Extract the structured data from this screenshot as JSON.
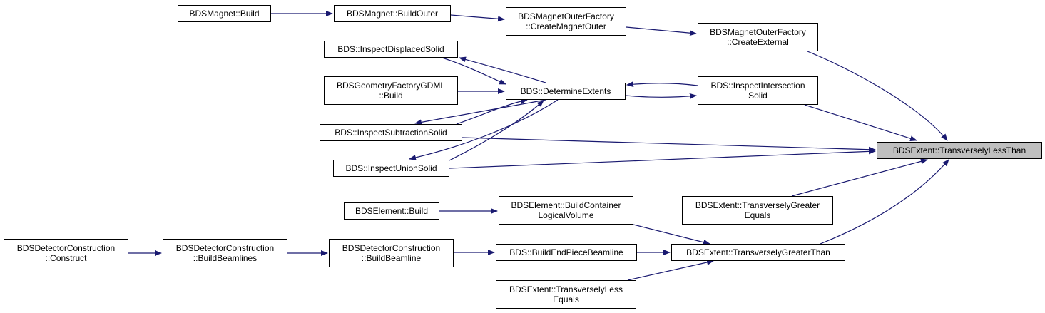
{
  "graph": {
    "edge_color": "#191970",
    "root_fill": "#bfbfbf",
    "node_fill": "#ffffff",
    "nodes": {
      "magnet_build": [
        "BDSMagnet::Build"
      ],
      "magnet_build_outer": [
        "BDSMagnet::BuildOuter"
      ],
      "create_magnet_outer": [
        "BDSMagnetOuterFactory",
        "::CreateMagnetOuter"
      ],
      "create_external": [
        "BDSMagnetOuterFactory",
        "::CreateExternal"
      ],
      "inspect_displaced": [
        "BDS::InspectDisplacedSolid"
      ],
      "gdml_build": [
        "BDSGeometryFactoryGDML",
        "::Build"
      ],
      "determine_extents": [
        "BDS::DetermineExtents"
      ],
      "inspect_intersection": [
        "BDS::InspectIntersection",
        "Solid"
      ],
      "inspect_subtraction": [
        "BDS::InspectSubtractionSolid"
      ],
      "inspect_union": [
        "BDS::InspectUnionSolid"
      ],
      "transversely_less_than": [
        "BDSExtent::TransverselyLessThan"
      ],
      "element_build": [
        "BDSElement::Build"
      ],
      "build_container": [
        "BDSElement::BuildContainer",
        "LogicalVolume"
      ],
      "greater_equals": [
        "BDSExtent::TransverselyGreater",
        "Equals"
      ],
      "detector_construct": [
        "BDSDetectorConstruction",
        "::Construct"
      ],
      "build_beamlines": [
        "BDSDetectorConstruction",
        "::BuildBeamlines"
      ],
      "build_beamline": [
        "BDSDetectorConstruction",
        "::BuildBeamline"
      ],
      "build_end_piece": [
        "BDS::BuildEndPieceBeamline"
      ],
      "greater_than": [
        "BDSExtent::TransverselyGreaterThan"
      ],
      "less_equals": [
        "BDSExtent::TransverselyLess",
        "Equals"
      ]
    },
    "edges": [
      {
        "from": "magnet_build",
        "to": "magnet_build_outer"
      },
      {
        "from": "magnet_build_outer",
        "to": "create_magnet_outer"
      },
      {
        "from": "create_magnet_outer",
        "to": "create_external"
      },
      {
        "from": "create_external",
        "to": "transversely_less_than"
      },
      {
        "from": "inspect_displaced",
        "to": "determine_extents"
      },
      {
        "from": "determine_extents",
        "to": "inspect_displaced"
      },
      {
        "from": "gdml_build",
        "to": "determine_extents"
      },
      {
        "from": "inspect_intersection",
        "to": "determine_extents"
      },
      {
        "from": "determine_extents",
        "to": "inspect_intersection"
      },
      {
        "from": "inspect_intersection",
        "to": "transversely_less_than"
      },
      {
        "from": "inspect_subtraction",
        "to": "determine_extents"
      },
      {
        "from": "determine_extents",
        "to": "inspect_subtraction"
      },
      {
        "from": "inspect_subtraction",
        "to": "transversely_less_than"
      },
      {
        "from": "inspect_union",
        "to": "determine_extents"
      },
      {
        "from": "determine_extents",
        "to": "inspect_union"
      },
      {
        "from": "inspect_union",
        "to": "transversely_less_than"
      },
      {
        "from": "greater_equals",
        "to": "transversely_less_than"
      },
      {
        "from": "greater_than",
        "to": "transversely_less_than"
      },
      {
        "from": "element_build",
        "to": "build_container"
      },
      {
        "from": "build_container",
        "to": "greater_than"
      },
      {
        "from": "detector_construct",
        "to": "build_beamlines"
      },
      {
        "from": "build_beamlines",
        "to": "build_beamline"
      },
      {
        "from": "build_beamline",
        "to": "build_end_piece"
      },
      {
        "from": "build_end_piece",
        "to": "greater_than"
      },
      {
        "from": "less_equals",
        "to": "greater_than"
      }
    ]
  }
}
